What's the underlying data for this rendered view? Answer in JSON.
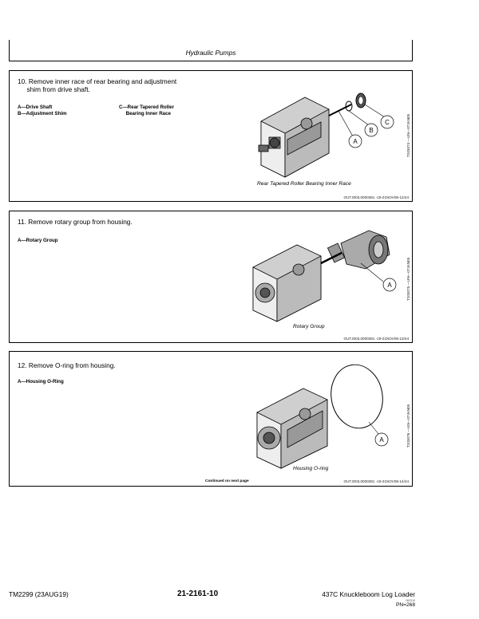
{
  "header": {
    "title": "Hydraulic Pumps"
  },
  "steps": [
    {
      "text": "10. Remove inner race of rear bearing and adjustment\n     shim from drive shaft.",
      "legend_left": "A—Drive Shaft\nB—Adjustment Shim",
      "legend_right": "C—Rear Tapered Roller\n     Bearing Inner Race",
      "callouts": [
        "A",
        "B",
        "C"
      ],
      "caption": "Rear Tapered Roller Bearing Inner Race",
      "figure_code": "T203074 —UN—07JAN05",
      "ref": "OUTJ003,0000381 -19-21NOV08-12/44"
    },
    {
      "text": "11. Remove rotary group from housing.",
      "legend_left": "A—Rotary Group",
      "callouts": [
        "A"
      ],
      "caption": "Rotary Group",
      "figure_code": "T203075 —UN—07JAN05",
      "ref": "OUTJ003,0000381 -19-21NOV08-13/44"
    },
    {
      "text": "12. Remove O-ring from housing.",
      "legend_left": "A—Housing O-Ring",
      "callouts": [
        "A"
      ],
      "caption": "Housing O-ring",
      "figure_code": "T203076 —UN—07JAN05",
      "ref": "OUTJ003,0000381 -19-21NOV08-14/44",
      "continued": "Continued on next page"
    }
  ],
  "footer": {
    "manual": "TM2299 (23AUG19)",
    "page": "21-2161-10",
    "title": "437C Knuckleboom Log Loader",
    "small": "082319",
    "pn": "PN=268"
  }
}
